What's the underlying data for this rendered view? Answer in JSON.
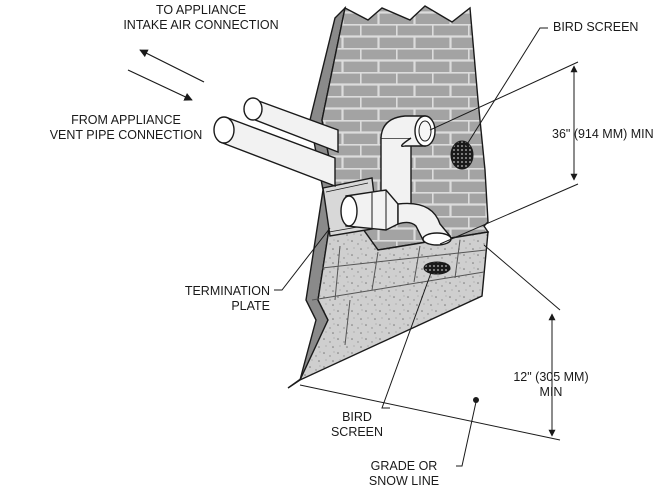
{
  "labels": {
    "intake": {
      "line1": "TO APPLIANCE",
      "line2": "INTAKE AIR CONNECTION"
    },
    "vent": {
      "line1": "FROM APPLIANCE",
      "line2": "VENT PIPE CONNECTION"
    },
    "bird_screen_top": "BIRD SCREEN",
    "clearance_top": "36\" (914 MM) MIN",
    "termination_plate": {
      "line1": "TERMINATION",
      "line2": "PLATE"
    },
    "clearance_bottom": {
      "line1": "12\" (305 MM)",
      "line2": "MIN"
    },
    "bird_screen_bottom": {
      "line1": "BIRD",
      "line2": "SCREEN"
    },
    "grade": {
      "line1": "GRADE OR",
      "line2": "SNOW LINE"
    }
  },
  "colors": {
    "brick": "#a0a0a0",
    "mortar": "#d4d4d4",
    "concrete": "#cfcfcf",
    "pipe": "#f2f2f2",
    "line": "#1a1a1a"
  }
}
